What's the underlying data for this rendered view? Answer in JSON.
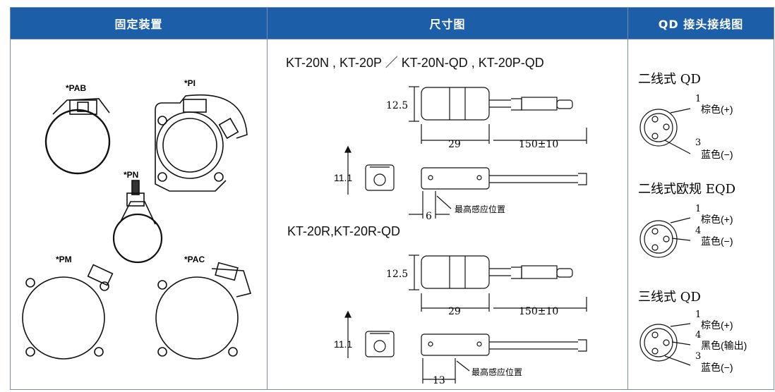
{
  "headers": {
    "mounting": "固定装置",
    "dimensions": "尺寸图",
    "wiring": "QD 接头接线图"
  },
  "mounting": {
    "pab": "*PAB",
    "pi": "*PI",
    "pn": "*PN",
    "pm": "*PM",
    "pac": "*PAC"
  },
  "dimensions": {
    "title1": "KT-20N , KT-20P ／ KT-20N-QD , KT-20P-QD",
    "title2": "KT-20R,KT-20R-QD",
    "height": "12.5",
    "length": "29",
    "cable": "150±10",
    "width": "11.1",
    "pos1": "6",
    "pos2": "13",
    "sense_label": "最高感应位置"
  },
  "wiring": {
    "w2": {
      "title": "二线式 QD",
      "pin1": "1",
      "pin3": "3",
      "brown": "棕色(+)",
      "blue": "蓝色(−)"
    },
    "w2eu": {
      "title": "二线式欧规 EQD",
      "pin1": "1",
      "pin4": "4",
      "brown": "棕色(+)",
      "blue": "蓝色(−)"
    },
    "w3": {
      "title": "三线式 QD",
      "pin1": "1",
      "pin4": "4",
      "pin3": "3",
      "brown": "棕色(+)",
      "black": "黑色(输出)",
      "blue": "蓝色(−)"
    }
  }
}
